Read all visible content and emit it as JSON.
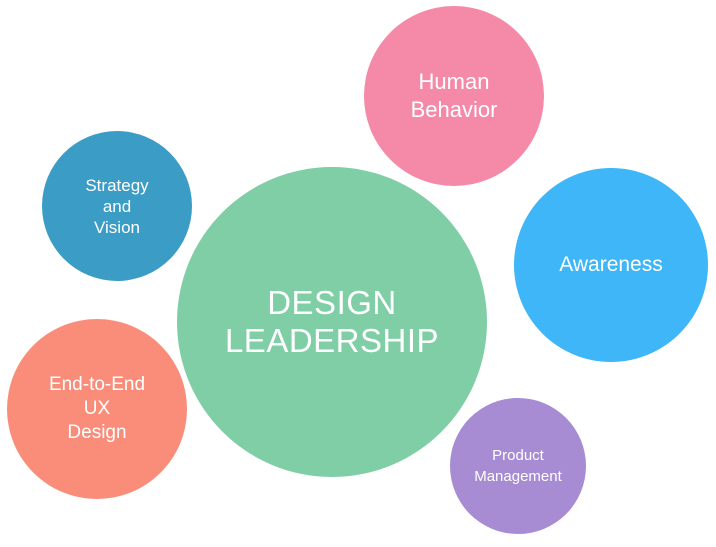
{
  "diagram": {
    "nodes": [
      {
        "id": "center",
        "label": "DESIGN\nLEADERSHIP",
        "color": "#7fcea5"
      },
      {
        "id": "human-behavior",
        "label": "Human\nBehavior",
        "color": "#f48aa8"
      },
      {
        "id": "strategy-vision",
        "label": "Strategy\nand\nVision",
        "color": "#3b9cc6"
      },
      {
        "id": "awareness",
        "label": "Awareness",
        "color": "#3eb6f7"
      },
      {
        "id": "end-to-end-ux",
        "label": "End-to-End\nUX\nDesign",
        "color": "#f98d79"
      },
      {
        "id": "product-management",
        "label": "Product\nManagement",
        "color": "#a78bd3"
      }
    ]
  }
}
